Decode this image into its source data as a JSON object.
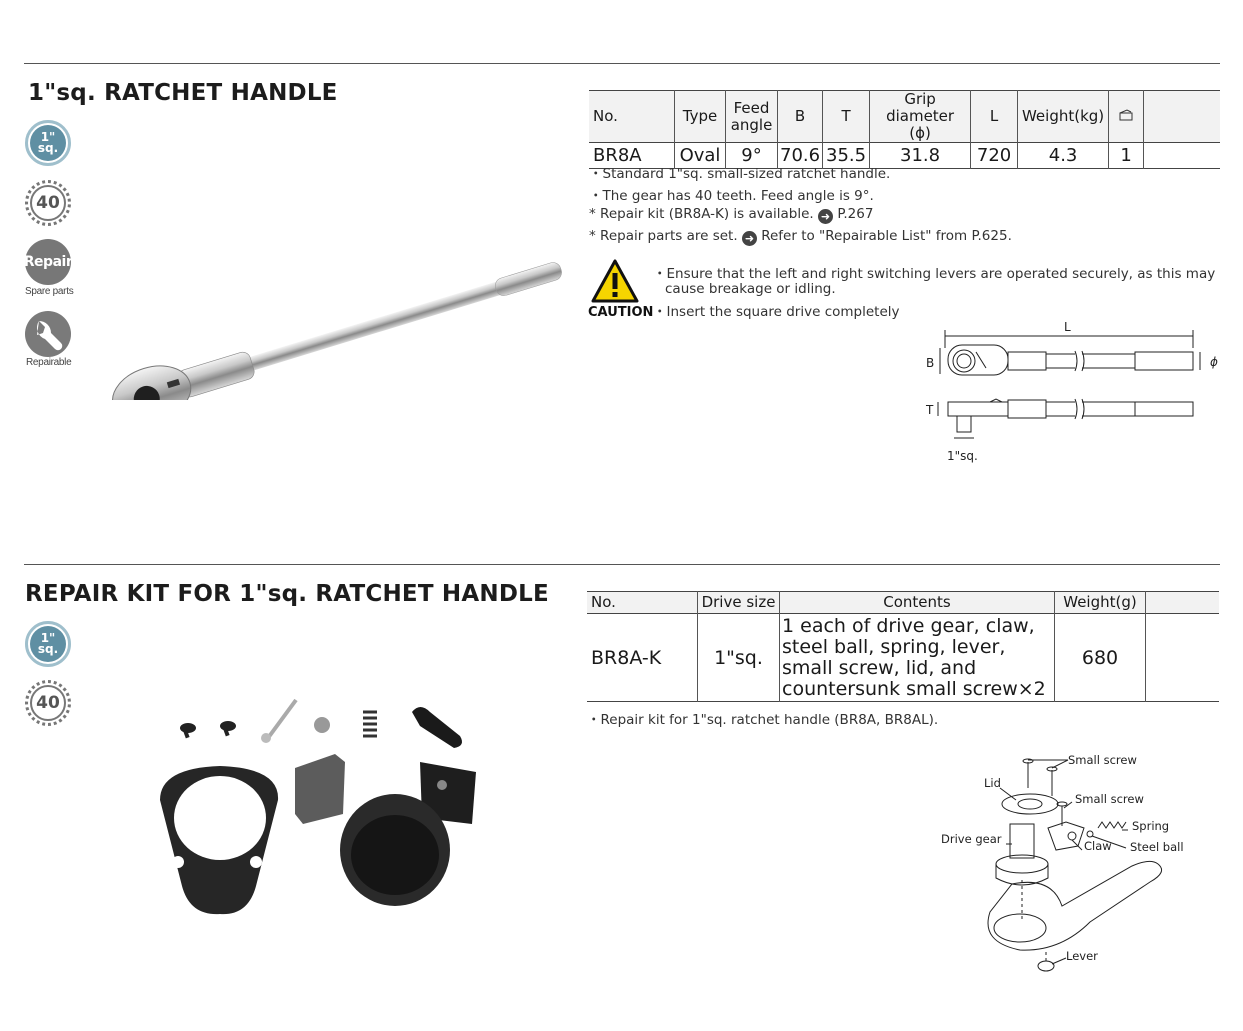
{
  "section1": {
    "title": "1\"sq. RATCHET HANDLE",
    "badges": {
      "sq_top": "1\"",
      "sq_bottom": "sq.",
      "gear_teeth": "40",
      "repair": "Repair",
      "repair_caption": "Spare parts",
      "repairable_caption": "Repairable"
    },
    "table": {
      "headers": [
        "No.",
        "Type",
        "Feed angle",
        "B",
        "T",
        "Grip diameter (ϕ)",
        "L",
        "Weight(kg)",
        ""
      ],
      "row": [
        "BR8A",
        "Oval",
        "9°",
        "70.6",
        "35.5",
        "31.8",
        "720",
        "4.3",
        "1"
      ]
    },
    "notes": [
      "・Standard 1\"sq. small-sized ratchet handle.",
      "・The gear has 40 teeth. Feed angle is 9°.",
      "* Repair kit (BR8A-K) is available.",
      "P.267",
      "* Repair parts are set.",
      "Refer to \"Repairable List\" from P.625."
    ],
    "caution": {
      "label": "CAUTION",
      "lines": [
        "・Ensure that the left and right switching levers are operated securely, as this may",
        "cause breakage or idling.",
        "・Insert the square drive completely"
      ]
    },
    "diagram": {
      "L": "L",
      "B": "B",
      "T": "T",
      "phi": "ϕ",
      "sq": "1\"sq."
    }
  },
  "section2": {
    "title": "REPAIR KIT FOR 1\"sq. RATCHET HANDLE",
    "badges": {
      "sq_top": "1\"",
      "sq_bottom": "sq.",
      "gear_teeth": "40"
    },
    "table": {
      "headers": [
        "No.",
        "Drive size",
        "Contents",
        "Weight(g)",
        ""
      ],
      "row": {
        "no": "BR8A-K",
        "drive": "1\"sq.",
        "contents": [
          "1 each of drive gear, claw,",
          "steel ball, spring, lever,",
          "small screw, lid, and",
          "countersunk small screw×2"
        ],
        "weight": "680"
      }
    },
    "note": "・Repair kit for 1\"sq. ratchet handle (BR8A, BR8AL).",
    "exploded_labels": {
      "small_screw_1": "Small screw",
      "lid": "Lid",
      "small_screw_2": "Small screw",
      "spring": "Spring",
      "drive_gear": "Drive gear",
      "claw": "Claw",
      "steel_ball": "Steel ball",
      "lever": "Lever"
    }
  }
}
